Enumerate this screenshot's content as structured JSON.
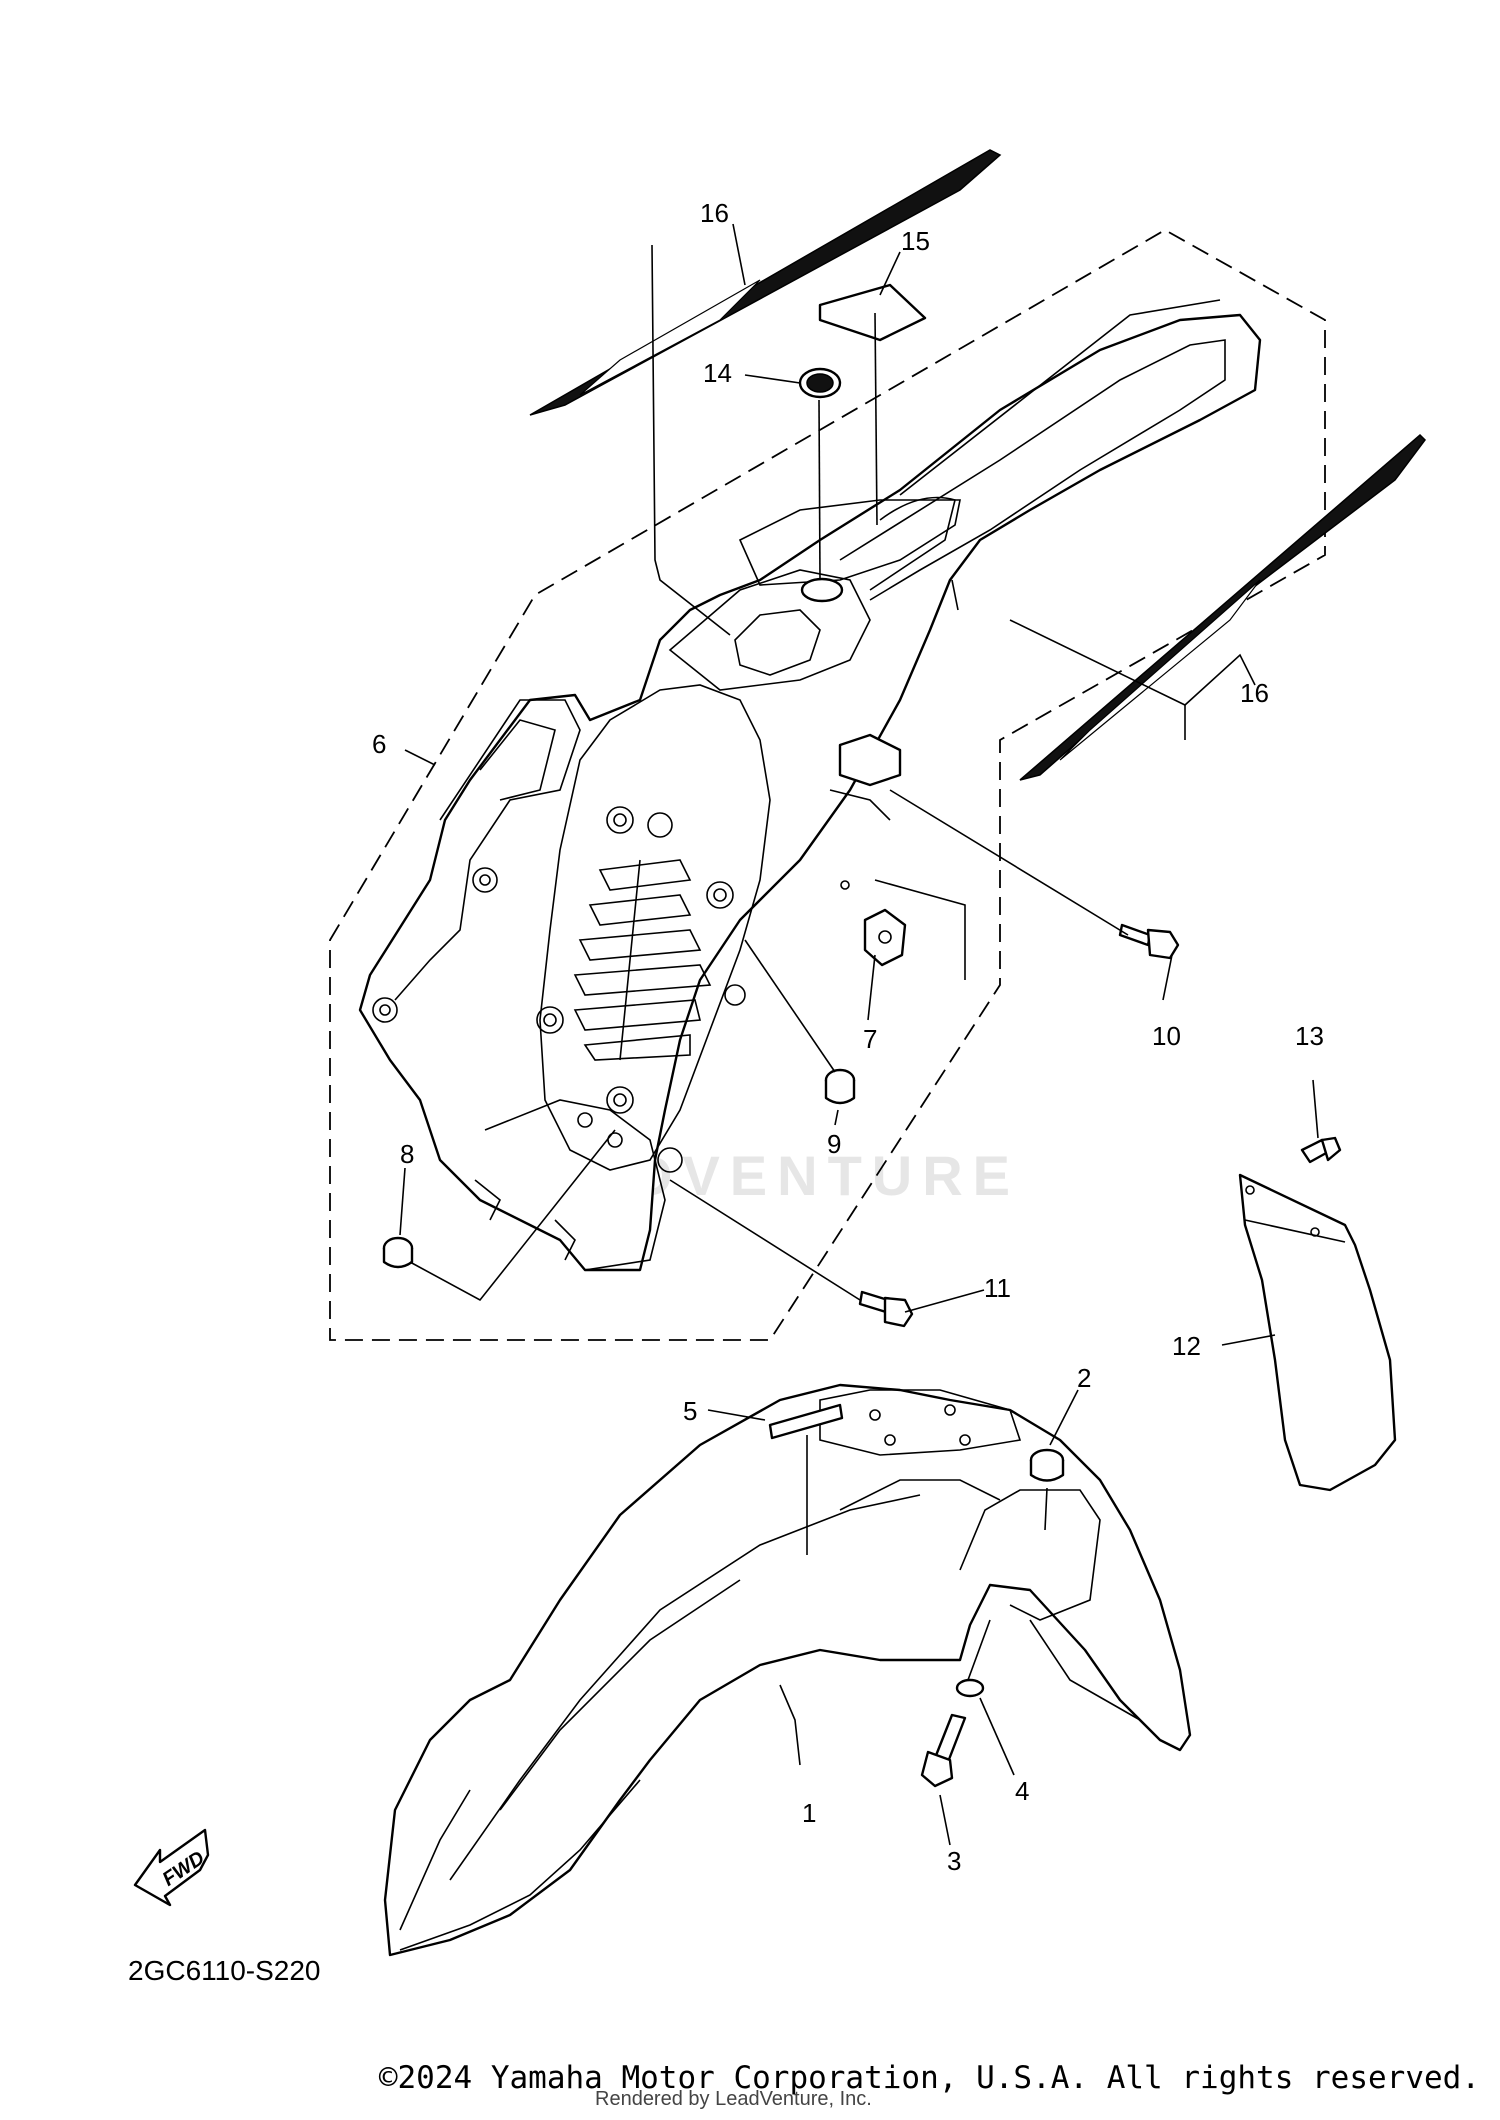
{
  "diagram": {
    "code": "2GC6110-S220",
    "fwd_label": "FWD",
    "watermark": "LEADVENTURE",
    "callouts": [
      "1",
      "2",
      "3",
      "4",
      "5",
      "6",
      "7",
      "8",
      "9",
      "10",
      "11",
      "12",
      "13",
      "14",
      "15",
      "16",
      "16"
    ]
  },
  "footer": {
    "copyright": "©2024 Yamaha Motor Corporation, U.S.A. All rights reserved.",
    "rendered_by": "Rendered by LeadVenture, Inc."
  }
}
